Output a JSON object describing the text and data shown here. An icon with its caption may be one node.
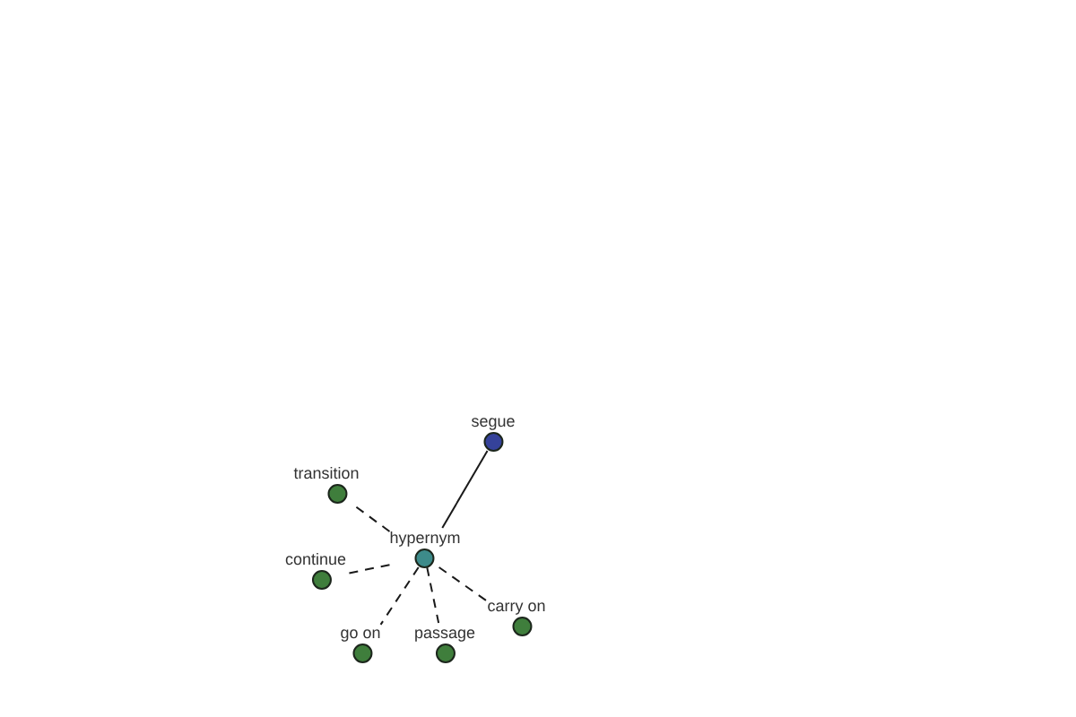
{
  "diagram": {
    "nodes": [
      {
        "text": [
          "segue"
        ]
      },
      {
        "text": [
          "transition"
        ]
      },
      {
        "text": [
          "hypernym"
        ]
      },
      {
        "text": [
          "continue"
        ]
      },
      {
        "text": [
          "carry on"
        ]
      },
      {
        "text": [
          "go on"
        ]
      },
      {
        "text": [
          "passage"
        ]
      }
    ],
    "edges": [
      {
        "from": 2,
        "to": 0,
        "arrow": "none"
      },
      {
        "from": 2,
        "to": 1,
        "arrow": "none",
        "style": "dashed"
      },
      {
        "from": 2,
        "to": 3,
        "arrow": "none",
        "style": "dashed"
      },
      {
        "from": 2,
        "to": 5,
        "arrow": "none",
        "style": "dashed"
      },
      {
        "from": 2,
        "to": 6,
        "arrow": "none",
        "style": "dashed"
      },
      {
        "from": 2,
        "to": 4,
        "arrow": "none",
        "style": "dashed"
      }
    ]
  }
}
